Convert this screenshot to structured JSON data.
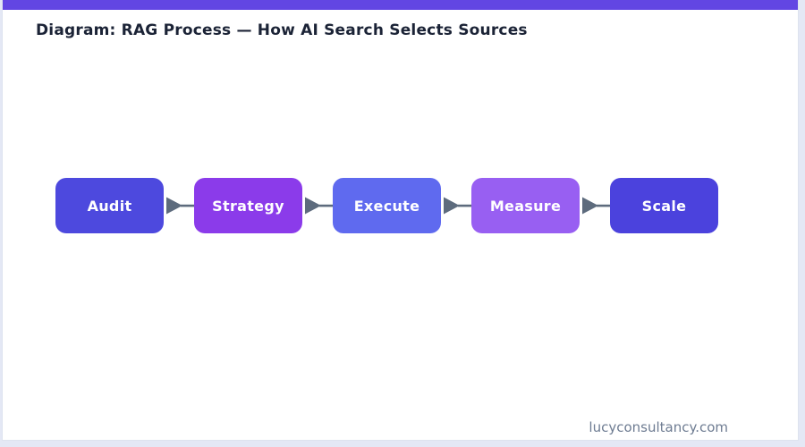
{
  "page": {
    "title": "Diagram: RAG Process — How AI Search Selects Sources",
    "footer": "lucyconsultancy.com"
  },
  "diagram": {
    "type": "flowchart",
    "direction": "left-to-right",
    "steps": [
      {
        "label": "Audit",
        "color": "#4d49de"
      },
      {
        "label": "Strategy",
        "color": "#8b3bea"
      },
      {
        "label": "Execute",
        "color": "#5f6aef"
      },
      {
        "label": "Measure",
        "color": "#985ff2"
      },
      {
        "label": "Scale",
        "color": "#4b42dd"
      }
    ],
    "connector_icon": "right-arrow-icon",
    "connector_color": "#5d6b7d"
  },
  "colors": {
    "accent_bar": "#6246e3",
    "page_background": "#e4e8f5",
    "card_background": "#ffffff",
    "title_color": "#1b2336",
    "footer_color": "#6e7c92"
  }
}
